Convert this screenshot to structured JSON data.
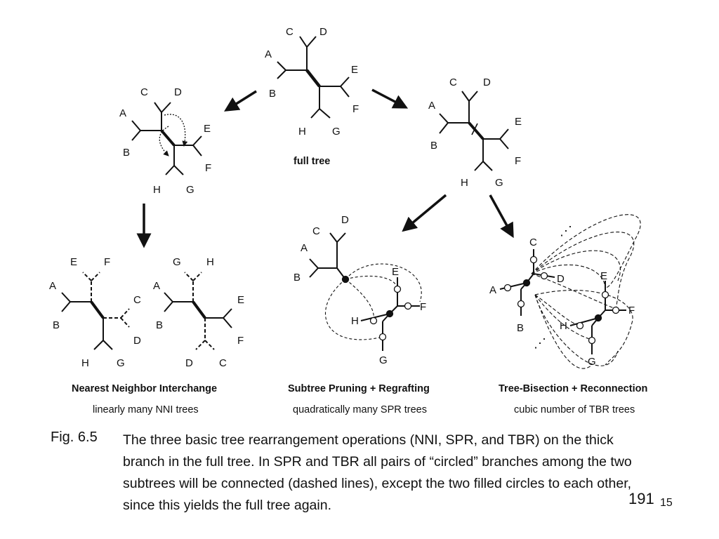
{
  "leaf_labels": {
    "a": "A",
    "b": "B",
    "c": "C",
    "d": "D",
    "e": "E",
    "f": "F",
    "g": "G",
    "h": "H"
  },
  "full_tree_label": "full tree",
  "nni": {
    "title": "Nearest Neighbor Interchange",
    "subtitle": "linearly many NNI trees"
  },
  "spr": {
    "title": "Subtree Pruning + Regrafting",
    "subtitle": "quadratically many SPR trees"
  },
  "tbr": {
    "title": "Tree-Bisection + Reconnection",
    "subtitle": "cubic number of TBR trees"
  },
  "ellipsis": "⋰",
  "caption": {
    "number": "Fig. 6.5",
    "text": "The three basic tree rearrangement operations (NNI, SPR, and TBR) on the thick branch in the full tree. In SPR and TBR all pairs of “circled” branches among the two subtrees will be connected (dashed lines), except the two filled circles to each other, since this yields the full tree again."
  },
  "page": {
    "main": "191",
    "sub": "15"
  }
}
